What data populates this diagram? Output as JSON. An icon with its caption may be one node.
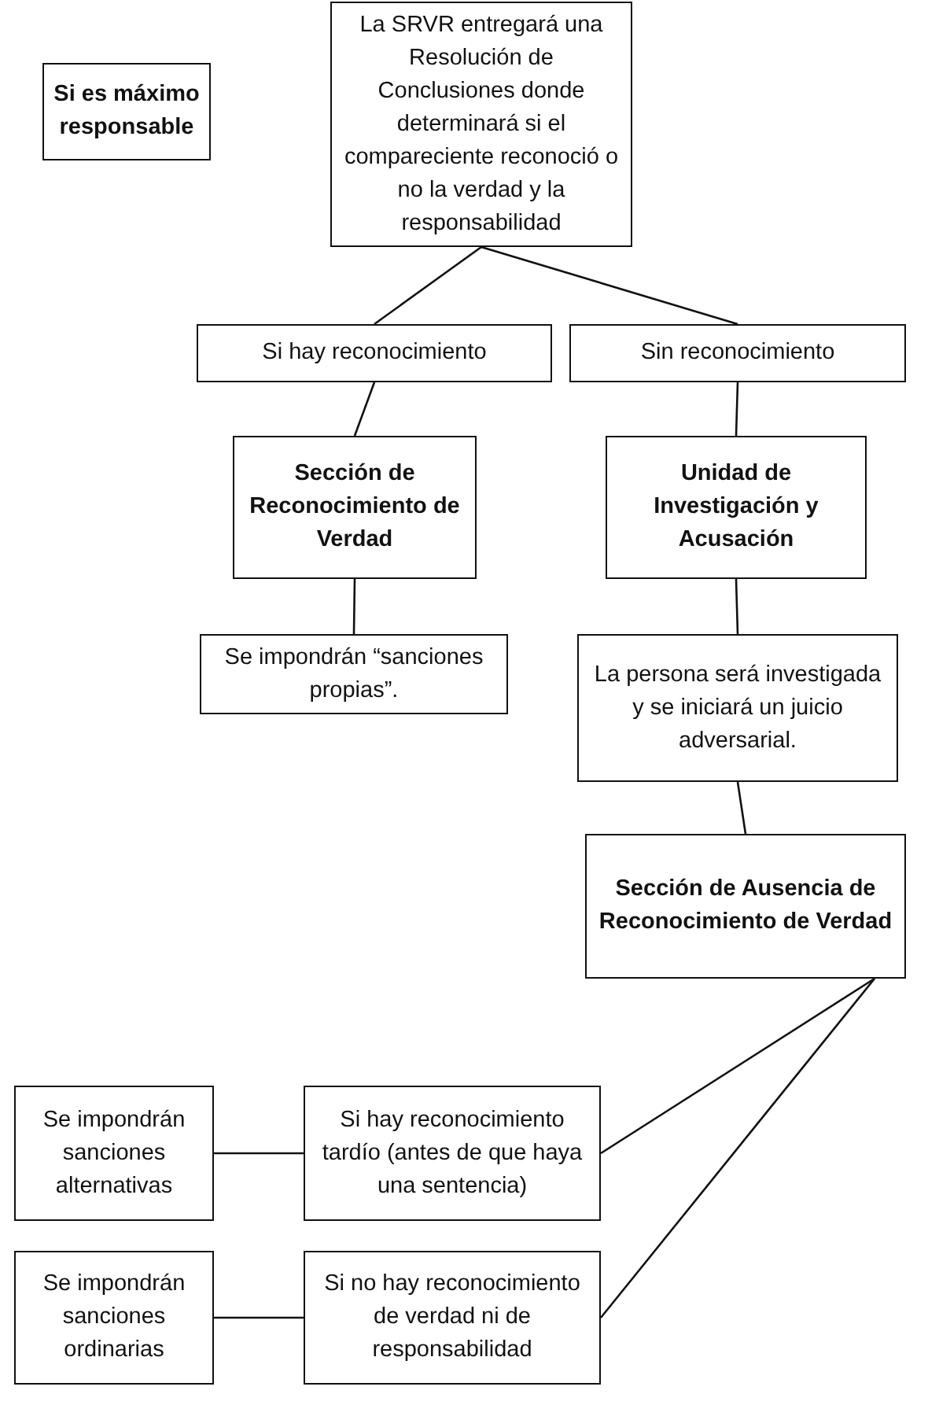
{
  "diagram": {
    "nodes": [
      {
        "text": [
          "Si es máximo responsable"
        ]
      },
      {
        "text": [
          "La SRVR entregará una Resolución de Conclusiones donde determinará si el compareciente reconoció o no la verdad y la responsabilidad"
        ]
      },
      {
        "text": [
          "Si hay reconocimiento"
        ]
      },
      {
        "text": [
          "Sin reconocimiento"
        ]
      },
      {
        "text": [
          "Sección de Reconocimiento de Verdad"
        ]
      },
      {
        "text": [
          "Unidad de Investigación y Acusación"
        ]
      },
      {
        "text": [
          "Se impondrán “sanciones propias”."
        ]
      },
      {
        "text": [
          "La persona será investigada y se iniciará un juicio adversarial."
        ]
      },
      {
        "text": [
          "Sección de Ausencia de Reconocimiento de Verdad"
        ]
      },
      {
        "text": [
          "Se impondrán sanciones alternativas"
        ]
      },
      {
        "text": [
          "Si hay reconocimiento tardío (antes de que haya una sentencia)"
        ]
      },
      {
        "text": [
          "Se impondrán sanciones ordinarias"
        ]
      },
      {
        "text": [
          "Si no hay reconocimiento de verdad ni de responsabilidad"
        ]
      }
    ],
    "edges": [
      {
        "from": 1,
        "to": 2,
        "arrow": "none"
      },
      {
        "from": 1,
        "to": 3,
        "arrow": "none"
      },
      {
        "from": 2,
        "to": 4,
        "arrow": "none"
      },
      {
        "from": 3,
        "to": 5,
        "arrow": "none"
      },
      {
        "from": 4,
        "to": 6,
        "arrow": "none"
      },
      {
        "from": 5,
        "to": 7,
        "arrow": "none"
      },
      {
        "from": 7,
        "to": 8,
        "arrow": "none"
      },
      {
        "from": 8,
        "to": 10,
        "arrow": "none"
      },
      {
        "from": 8,
        "to": 12,
        "arrow": "none"
      },
      {
        "from": 10,
        "to": 9,
        "arrow": "none"
      },
      {
        "from": 12,
        "to": 11,
        "arrow": "none"
      }
    ]
  }
}
